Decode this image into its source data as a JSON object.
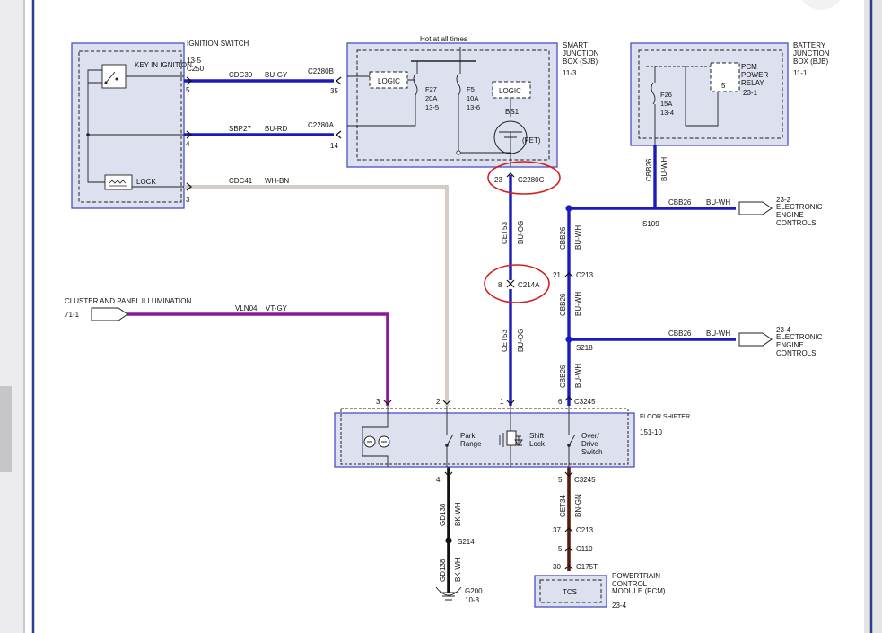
{
  "components": {
    "ignition_switch": {
      "name": "IGNITION SWITCH",
      "ref": "13-5",
      "connector": "C250",
      "key_in": "KEY IN IGNITION",
      "lock": "LOCK",
      "pins": [
        "5",
        "4",
        "3"
      ]
    },
    "sjb": {
      "name": "SMART JUNCTION BOX (SJB)",
      "ref": "11-3",
      "hot_at_all_times": "Hot at all times",
      "logic1": "LOGIC",
      "logic2": "LOGIC",
      "fuse_f27": "F27",
      "fuse_f27_amp": "20A",
      "fuse_f27_ref": "13-5",
      "fuse_f5": "F5",
      "fuse_f5_amp": "10A",
      "fuse_f5_ref": "13-6",
      "bs1": "BS1",
      "fet": "(FET)"
    },
    "bjb": {
      "name": "BATTERY JUNCTION BOX (BJB)",
      "ref": "11-1",
      "relay": "PCM POWER RELAY",
      "relay_ref": "23-1",
      "relay_pin": "5",
      "fuse": "F26",
      "fuse_amp": "15A",
      "fuse_ref": "13-4"
    },
    "cluster": {
      "name": "CLUSTER AND PANEL ILLUMINATION",
      "ref": "71-1"
    },
    "eec1": {
      "name": "ELECTRONIC ENGINE CONTROLS",
      "ref": "23-2"
    },
    "eec2": {
      "name": "ELECTRONIC ENGINE CONTROLS",
      "ref": "23-4"
    },
    "floor_shifter": {
      "name": "FLOOR SHIFTER",
      "ref": "151-10",
      "park_range": "Park Range",
      "shift_lock": "Shift Lock",
      "overdrive": "Over/ Drive Switch"
    },
    "pcm": {
      "name": "POWERTRAIN CONTROL MODULE (PCM)",
      "ref": "23-4",
      "tcs": "TCS"
    },
    "ground": {
      "name": "G200",
      "ref": "10-3"
    }
  },
  "wires": [
    {
      "circuit": "CDC30",
      "color": "BU-GY",
      "from": "C250 pin 5",
      "to": "C2280B pin 35"
    },
    {
      "circuit": "SBP27",
      "color": "BU-RD",
      "from": "C250 pin 4",
      "to": "C2280A pin 14"
    },
    {
      "circuit": "CDC41",
      "color": "WH-BN",
      "from": "C250 pin 3",
      "to": "Floor shifter pin 2"
    },
    {
      "circuit": "CET53",
      "color": "BU-OG",
      "from": "C2280C pin 23",
      "to": "C214A pin 8"
    },
    {
      "circuit": "CET53",
      "color": "BU-OG",
      "from": "C214A pin 8",
      "to": "Floor shifter pin 1"
    },
    {
      "circuit": "VLN04",
      "color": "VT-GY",
      "from": "Cluster and panel illumination",
      "to": "Floor shifter pin 3"
    },
    {
      "circuit": "CBB26",
      "color": "BU-WH",
      "from": "BJB F26",
      "to": "S109"
    },
    {
      "circuit": "CBB26",
      "color": "BU-WH",
      "from": "S109",
      "to": "Electronic engine controls 23-2"
    },
    {
      "circuit": "CBB26",
      "color": "BU-WH",
      "from": "S109",
      "to": "C213 pin 21"
    },
    {
      "circuit": "CBB26",
      "color": "BU-WH",
      "from": "C213 pin 21",
      "to": "S218"
    },
    {
      "circuit": "CBB26",
      "color": "BU-WH",
      "from": "S218",
      "to": "Electronic engine controls 23-4"
    },
    {
      "circuit": "CBB26",
      "color": "BU-WH",
      "from": "S218",
      "to": "C3245 pin 6"
    },
    {
      "circuit": "GD138",
      "color": "BK-WH",
      "from": "Floor shifter pin 4",
      "to": "S214"
    },
    {
      "circuit": "GD138",
      "color": "BK-WH",
      "from": "S214",
      "to": "G200"
    },
    {
      "circuit": "CET34",
      "color": "BN-GN",
      "from": "C3245 pin 5",
      "to": "C175T pin 30"
    }
  ],
  "connectors": {
    "c2280b": "C2280B",
    "c2280b_pin": "35",
    "c2280a": "C2280A",
    "c2280a_pin": "14",
    "c2280c": "C2280C",
    "c2280c_pin": "23",
    "c214a": "C214A",
    "c214a_pin": "8",
    "c213_top": "C213",
    "c213_top_pin": "21",
    "c3245_top": "C3245",
    "c3245_top_pin": "6",
    "c3245_bot": "C3245",
    "c3245_bot_pin": "5",
    "c213_bot": "C213",
    "c213_bot_pin": "37",
    "c110": "C110",
    "c110_pin": "5",
    "c175t": "C175T",
    "c175t_pin": "30",
    "shifter_pin3": "3",
    "shifter_pin2": "2",
    "shifter_pin1": "1",
    "shifter_pin4": "4"
  },
  "splices": {
    "s109": "S109",
    "s218": "S218",
    "s214": "S214"
  },
  "highlights": [
    {
      "target": "C2280C pin 23",
      "color": "#d42020"
    },
    {
      "target": "C214A pin 8",
      "color": "#d42020"
    }
  ],
  "colors": {
    "wire_blue": "#1b1bbd",
    "wire_purple": "#8a1a9a",
    "wire_tan": "#b7aaa4",
    "wire_black": "#111111",
    "wire_brown": "#5a1a10",
    "box_fill": "#d6d9ea",
    "box_stroke": "#4a4fc2",
    "highlight": "#d42020"
  }
}
